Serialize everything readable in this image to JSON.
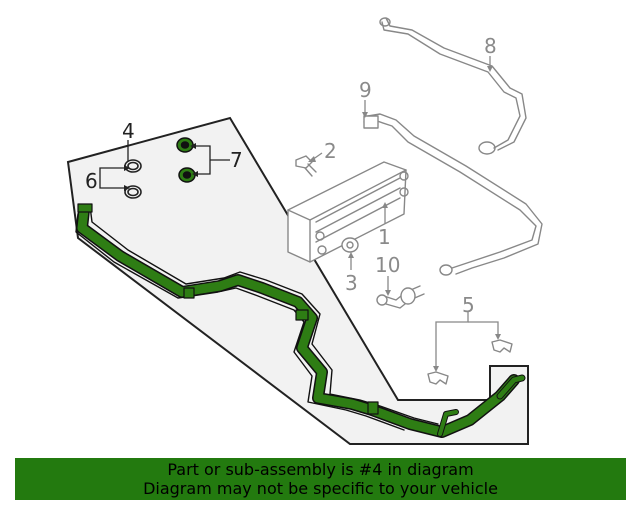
{
  "callouts": {
    "c1": "1",
    "c2": "2",
    "c3": "3",
    "c4": "4",
    "c5": "5",
    "c6": "6",
    "c7": "7",
    "c8": "8",
    "c9": "9",
    "c10": "10"
  },
  "banner": {
    "line1": "Part or sub-assembly is #4 in diagram",
    "line2": "Diagram may not be specific to your vehicle"
  },
  "colors": {
    "highlight": "#2e7d14",
    "banner": "#237a0f",
    "panel": "#f2f2f2"
  }
}
